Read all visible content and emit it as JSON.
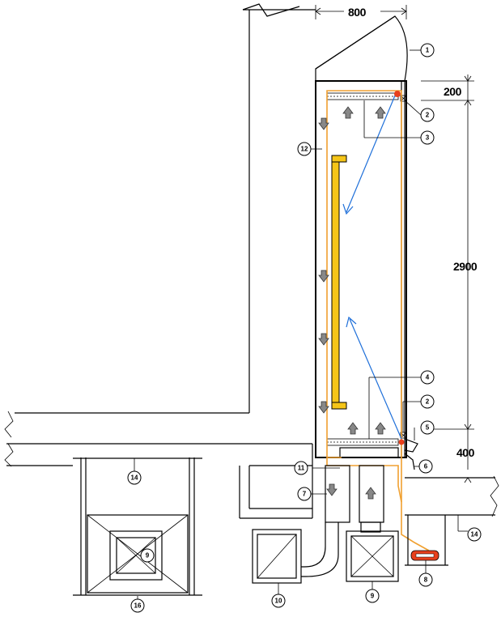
{
  "dimensions": {
    "width_800": "800",
    "height_200": "200",
    "height_2900": "2900",
    "height_400": "400"
  },
  "callouts": {
    "c1": "1",
    "c2_top": "2",
    "c3": "3",
    "c12": "12",
    "c4": "4",
    "c2_bottom": "2",
    "c5": "5",
    "c6": "6",
    "c11": "11",
    "c7": "7",
    "c14_left": "14",
    "c14_right": "14",
    "c9_left": "9",
    "c9_right": "9",
    "c16": "16",
    "c10": "10",
    "c8": "8"
  },
  "colors": {
    "orange_line": "#f0a030",
    "yellow_bar": "#f5c518",
    "blue_arrow": "#1e6fd9",
    "red_marker": "#e8401c",
    "gray_arrow": "#888888"
  }
}
